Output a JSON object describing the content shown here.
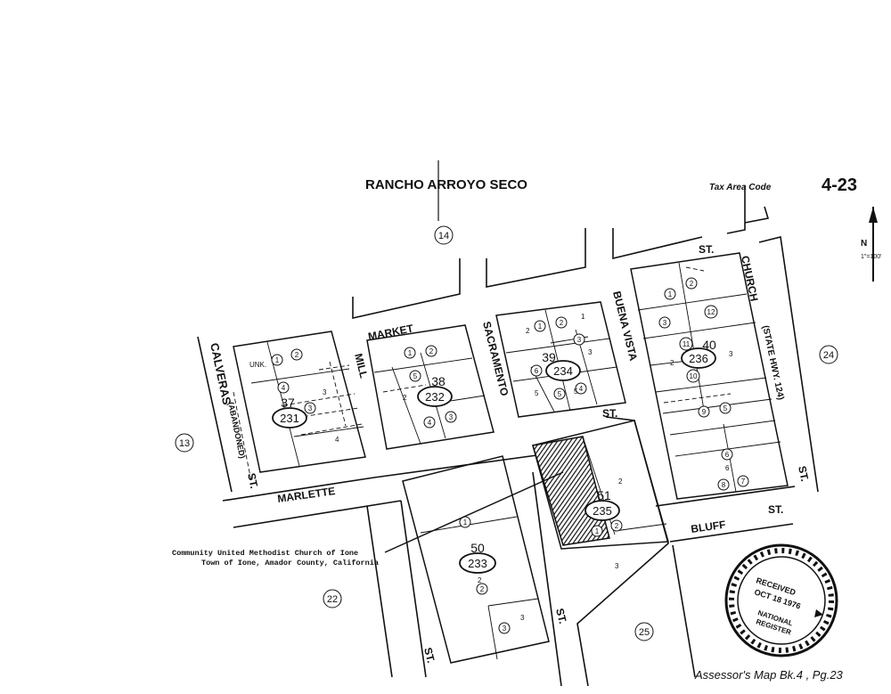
{
  "header": {
    "rancho": "RANCHO ARROYO SECO",
    "tax_area": "Tax Area Code",
    "map_number": "4-23"
  },
  "streets": {
    "calveras": "CALVERAS",
    "abandoned": "(ABANDONED)",
    "calveras_st": "ST.",
    "mill": "MILL",
    "market": "MARKET",
    "sacramento": "SACRAMENTO",
    "buena_vista": "BUENA VISTA",
    "buena_vista_st": "ST.",
    "church": "CHURCH",
    "state_hwy": "(STATE HWY. 124)",
    "church_st": "ST.",
    "top_st": "ST.",
    "marlette": "MARLETTE",
    "bluff": "BLUFF",
    "bluff_st": "ST.",
    "sacramento_st_lower": "ST.",
    "st_bottom": "ST."
  },
  "areas": [
    "14",
    "13",
    "24",
    "22",
    "25"
  ],
  "blocks": [
    {
      "book": "37",
      "page": "231"
    },
    {
      "book": "38",
      "page": "232"
    },
    {
      "book": "39",
      "page": "234"
    },
    {
      "book": "40",
      "page": "236"
    },
    {
      "book": "50",
      "page": "233"
    },
    {
      "book": "51",
      "page": "235"
    }
  ],
  "lots": {
    "b231": [
      "UNK.",
      "1",
      "2",
      "4",
      "3",
      "3",
      "4"
    ],
    "b232": [
      "1",
      "2",
      "5",
      "2",
      "4",
      "3"
    ],
    "b234": [
      "2",
      "1",
      "2",
      "1",
      "3",
      "6",
      "5",
      "5",
      "4",
      "3",
      "5"
    ],
    "b236": [
      "1",
      "2",
      "3",
      "12",
      "11",
      "2",
      "3",
      "10",
      "9",
      "5",
      "6",
      "6",
      "8",
      "7"
    ],
    "b233": [
      "1",
      "2",
      "2",
      "3",
      "3"
    ],
    "b235": [
      "2",
      "1",
      "2",
      "3"
    ]
  },
  "annotation": {
    "line1": "Community United Methodist Church of Ione",
    "line2": "Town of Ione, Amador County, California"
  },
  "stamp": {
    "received": "RECEIVED",
    "date": "OCT 18 1976",
    "national": "NATIONAL",
    "register": "REGISTER"
  },
  "footer": {
    "assessor": "Assessor's Map Bk.4 , Pg.23"
  },
  "north": {
    "label": "N",
    "note": "1\"=100'"
  }
}
